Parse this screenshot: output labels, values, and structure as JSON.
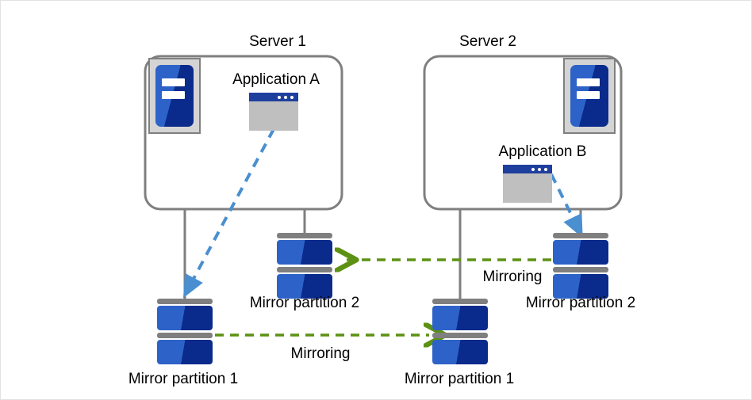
{
  "diagram": {
    "title_left": "Server 1",
    "title_right": "Server 2",
    "colors": {
      "server_box_border": "#7f7f7f",
      "connector_line": "#7f7f7f",
      "app_arrow": "#4a8fd0",
      "mirroring_arrow": "#5d9113",
      "disk_blue_light": "#2d63c8",
      "disk_blue_dark": "#0a2a8c",
      "disk_cap_gray": "#7f7f7f",
      "app_window_body": "#bfbfbf",
      "app_window_title": "#1f3f9e",
      "tower_frame": "#d4d4d4",
      "frame_border": "#e2e2e2"
    },
    "servers": [
      {
        "name": "server-1",
        "title": "Server 1",
        "application_label": "Application  A",
        "tower_icon": "server-tower-icon",
        "app_icon": "application-window-icon"
      },
      {
        "name": "server-2",
        "title": "Server 2",
        "application_label": "Application  B",
        "tower_icon": "server-tower-icon",
        "app_icon": "application-window-icon"
      }
    ],
    "partitions": [
      {
        "name": "server1-mirror-partition-2",
        "label": "Mirror partition 2"
      },
      {
        "name": "server1-mirror-partition-1",
        "label": "Mirror partition 1"
      },
      {
        "name": "server2-mirror-partition-2",
        "label": "Mirror partition 2"
      },
      {
        "name": "server2-mirror-partition-1",
        "label": "Mirror partition 1"
      }
    ],
    "mirroring": [
      {
        "name": "mirroring-top",
        "label": "Mirroring",
        "direction": "right-to-left"
      },
      {
        "name": "mirroring-bottom",
        "label": "Mirroring",
        "direction": "left-to-right"
      }
    ]
  }
}
